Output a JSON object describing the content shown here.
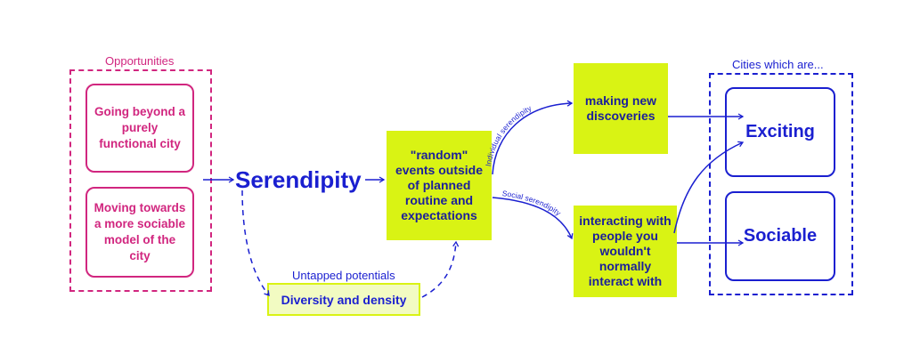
{
  "opportunities": {
    "label": "Opportunities",
    "items": [
      "Going beyond a purely functional city",
      "Moving towards a more sociable model of the city"
    ]
  },
  "serendipity": "Serendipity",
  "random_events": "\"random\" events outside of planned routine and expectations",
  "untapped": {
    "label": "Untapped potentials",
    "box": "Diversity and density"
  },
  "outcomes": {
    "discoveries": "making new discoveries",
    "interacting": "interacting with people you wouldn't normally interact with"
  },
  "path_labels": {
    "individual": "Individual serendipity",
    "social": "Social serendipity"
  },
  "cities": {
    "label": "Cities which are...",
    "items": [
      "Exciting",
      "Sociable"
    ]
  },
  "colors": {
    "pink": "#d1267f",
    "blue": "#1a1fd0",
    "lime": "#d9f314"
  }
}
